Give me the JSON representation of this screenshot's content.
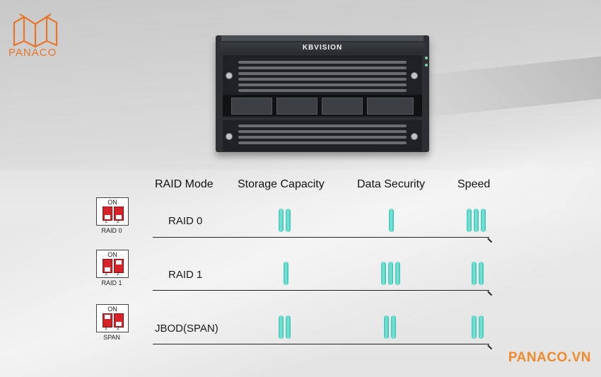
{
  "brand": {
    "logo_text": "PANACO",
    "footer_text": "PANACO.VN",
    "accent": "#e8762a"
  },
  "server": {
    "brand_label": "KBVISION"
  },
  "table": {
    "headers": {
      "mode": "RAID Mode",
      "capacity": "Storage Capacity",
      "security": "Data Security",
      "speed": "Speed"
    },
    "bar_color": "#5fd8c9",
    "rows": [
      {
        "label": "RAID 0",
        "switch_label": "RAID 0",
        "capacity": 2,
        "security": 1,
        "speed": 3
      },
      {
        "label": "RAID 1",
        "switch_label": "RAID 1",
        "capacity": 1,
        "security": 3,
        "speed": 2
      },
      {
        "label": "JBOD(SPAN)",
        "switch_label": "SPAN",
        "capacity": 2,
        "security": 2,
        "speed": 2
      }
    ],
    "switch_on_text": "ON",
    "switch_numbers": [
      "1",
      "2"
    ]
  }
}
